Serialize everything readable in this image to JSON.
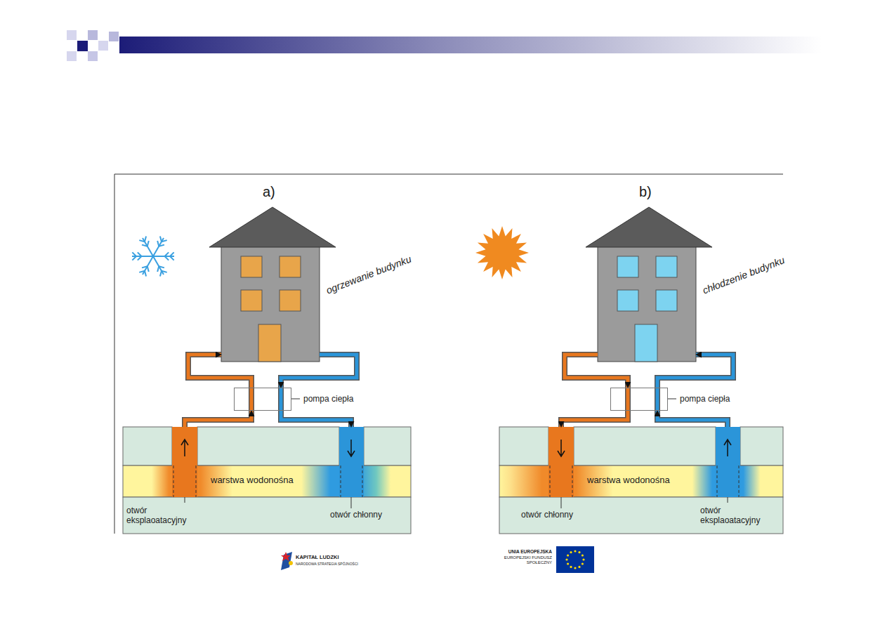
{
  "diagram": {
    "nodes": [
      {
        "text": [
          "ogrzewanie budynku"
        ]
      },
      {
        "text": [
          "pompa ciepła"
        ]
      },
      {
        "text": [
          "warstwa wodonośna"
        ]
      },
      {
        "text": [
          "otwór eksplaoatacyjny"
        ]
      },
      {
        "text": [
          "otwór chłonny"
        ]
      },
      {
        "text": [
          "chłodzenie budynku"
        ]
      },
      {
        "text": [
          "pompa ciepła"
        ]
      },
      {
        "text": [
          "warstwa wodonośna"
        ]
      },
      {
        "text": [
          "otwór chłonny"
        ]
      },
      {
        "text": [
          "otwór eksplaoatacyjny"
        ]
      }
    ],
    "edges": [
      {
        "from": 1,
        "to": 0,
        "arrow": "to"
      },
      {
        "from": 0,
        "to": 1,
        "arrow": "to"
      },
      {
        "from": 3,
        "to": 1,
        "arrow": "to"
      },
      {
        "from": 1,
        "to": 4,
        "arrow": "to"
      },
      {
        "from": 5,
        "to": 6,
        "arrow": "to"
      },
      {
        "from": 6,
        "to": 5,
        "arrow": "to"
      },
      {
        "from": 6,
        "to": 8,
        "arrow": "to"
      },
      {
        "from": 9,
        "to": 6,
        "arrow": "to"
      }
    ],
    "labels": [
      "a)",
      "b)",
      "KAPITAŁ LUDZKI",
      "NARODOWA STRATEGIA SPÓJNOŚCI",
      "UNIA EUROPEJSKA",
      "EUROPEJSKI FUNDUSZ SPOŁECZNY"
    ]
  }
}
